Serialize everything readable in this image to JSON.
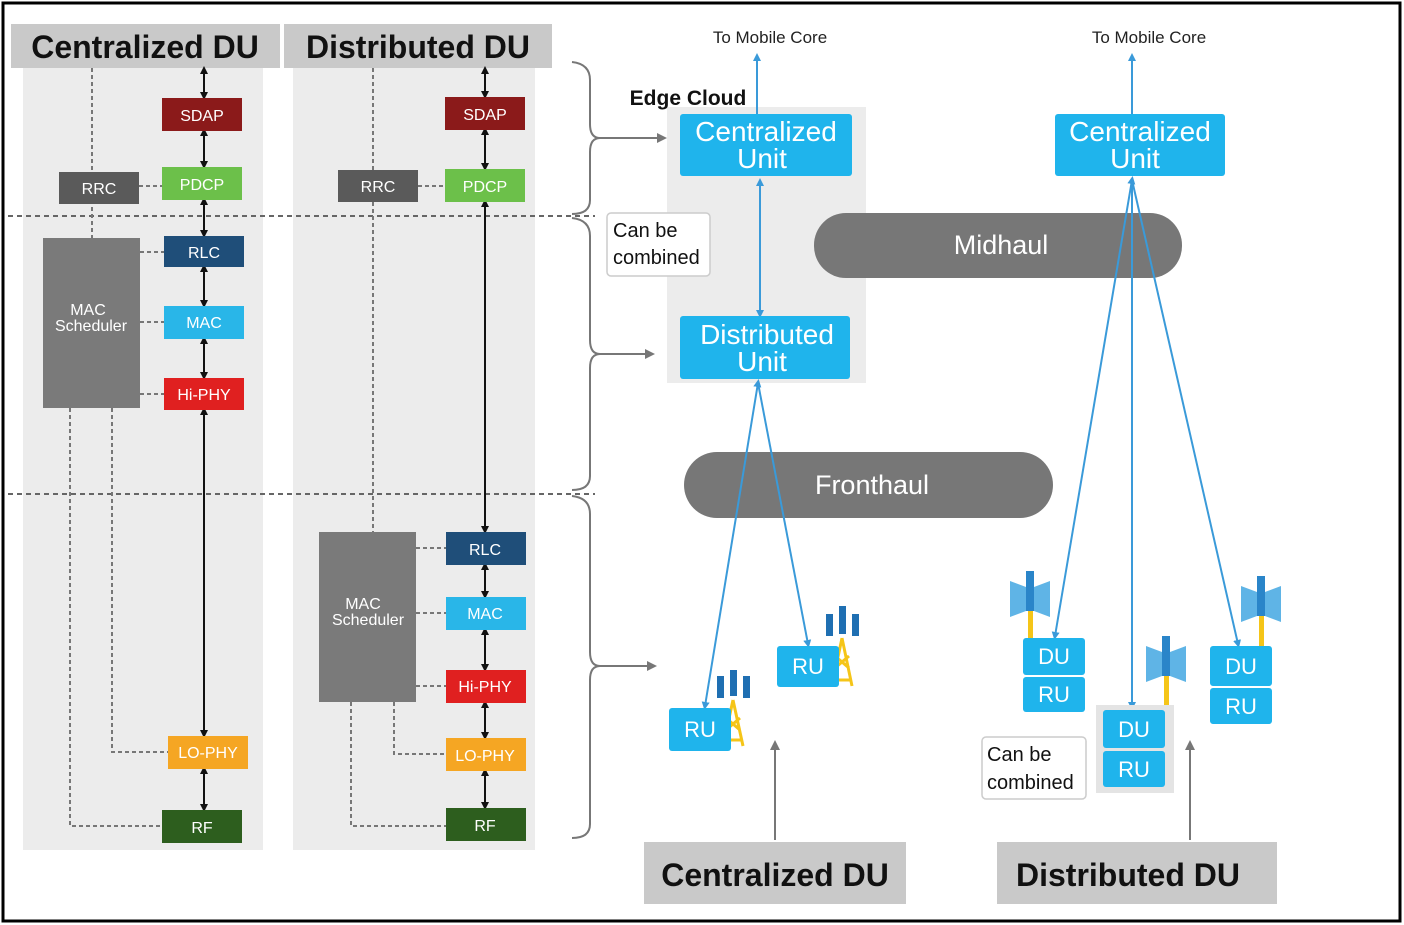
{
  "left_panel": {
    "centralized_title": "Centralized DU",
    "distributed_title": "Distributed DU",
    "centralized_stack": {
      "sdap": "SDAP",
      "pdcp": "PDCP",
      "rrc": "RRC",
      "rlc": "RLC",
      "mac_scheduler_line1": "MAC",
      "mac_scheduler_line2": "Scheduler",
      "mac": "MAC",
      "hi_phy": "Hi-PHY",
      "lo_phy": "LO-PHY",
      "rf": "RF"
    },
    "distributed_stack": {
      "sdap": "SDAP",
      "pdcp": "PDCP",
      "rrc": "RRC",
      "rlc": "RLC",
      "mac_scheduler_line1": "MAC",
      "mac_scheduler_line2": "Scheduler",
      "mac": "MAC",
      "hi_phy": "Hi-PHY",
      "lo_phy": "LO-PHY",
      "rf": "RF"
    }
  },
  "right_panel": {
    "to_core_left": "To Mobile Core",
    "to_core_right": "To Mobile Core",
    "edge_cloud": "Edge Cloud",
    "cu_left_line1": "Centralized",
    "cu_left_line2": "Unit",
    "cu_right_line1": "Centralized",
    "cu_right_line2": "Unit",
    "du_left_line1": "Distributed",
    "du_left_line2": "Unit",
    "combined_note_top_line1": "Can be",
    "combined_note_top_line2": "combined",
    "combined_note_bottom_line1": "Can be",
    "combined_note_bottom_line2": "combined",
    "midhaul": "Midhaul",
    "fronthaul": "Fronthaul",
    "ru_a": "RU",
    "ru_b": "RU",
    "du_1": "DU",
    "ru_1": "RU",
    "du_2": "DU",
    "ru_2": "RU",
    "du_3": "DU",
    "ru_3": "RU",
    "caption_centralized": "Centralized DU",
    "caption_distributed": "Distributed DU"
  },
  "colors": {
    "sdap": "#8b1a1a",
    "pdcp": "#6cc04a",
    "rrc": "#5a5a5a",
    "rlc": "#1f4e79",
    "mac": "#29b6e8",
    "hi_phy": "#e02020",
    "lo_phy": "#f5a623",
    "rf": "#2d5e1e",
    "scheduler": "#7a7a7a",
    "unit": "#1fb4ec",
    "pill": "#777777",
    "arrow": "#3a9ad9"
  }
}
